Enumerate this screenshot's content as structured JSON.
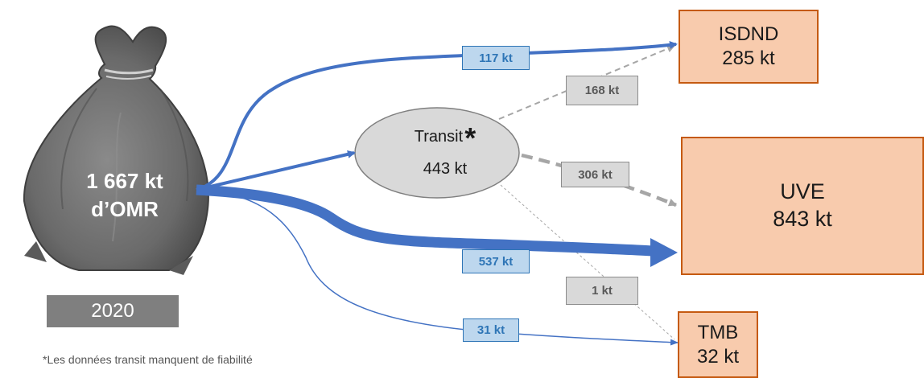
{
  "source": {
    "amount": "1 667 kt",
    "label": "d’OMR",
    "year": "2020"
  },
  "transit": {
    "name": "Transit",
    "marker": "*",
    "amount": "443 kt"
  },
  "destinations": {
    "isdnd": {
      "name": "ISDND",
      "amount": "285 kt"
    },
    "uve": {
      "name": "UVE",
      "amount": "843 kt"
    },
    "tmb": {
      "name": "TMB",
      "amount": "32 kt"
    }
  },
  "flows": {
    "direct_isdnd": "117 kt",
    "direct_uve": "537 kt",
    "direct_tmb": "31 kt",
    "transit_isdnd": "168 kt",
    "transit_uve": "306 kt",
    "transit_tmb": "1 kt"
  },
  "colors": {
    "direct_flow": "#4472c4",
    "transit_flow": "#a6a6a6",
    "destination_fill": "#f8cbad",
    "destination_border": "#c55a11",
    "bag": "#6f6f6f"
  },
  "footnote": "*Les données transit manquent de fiabilité"
}
